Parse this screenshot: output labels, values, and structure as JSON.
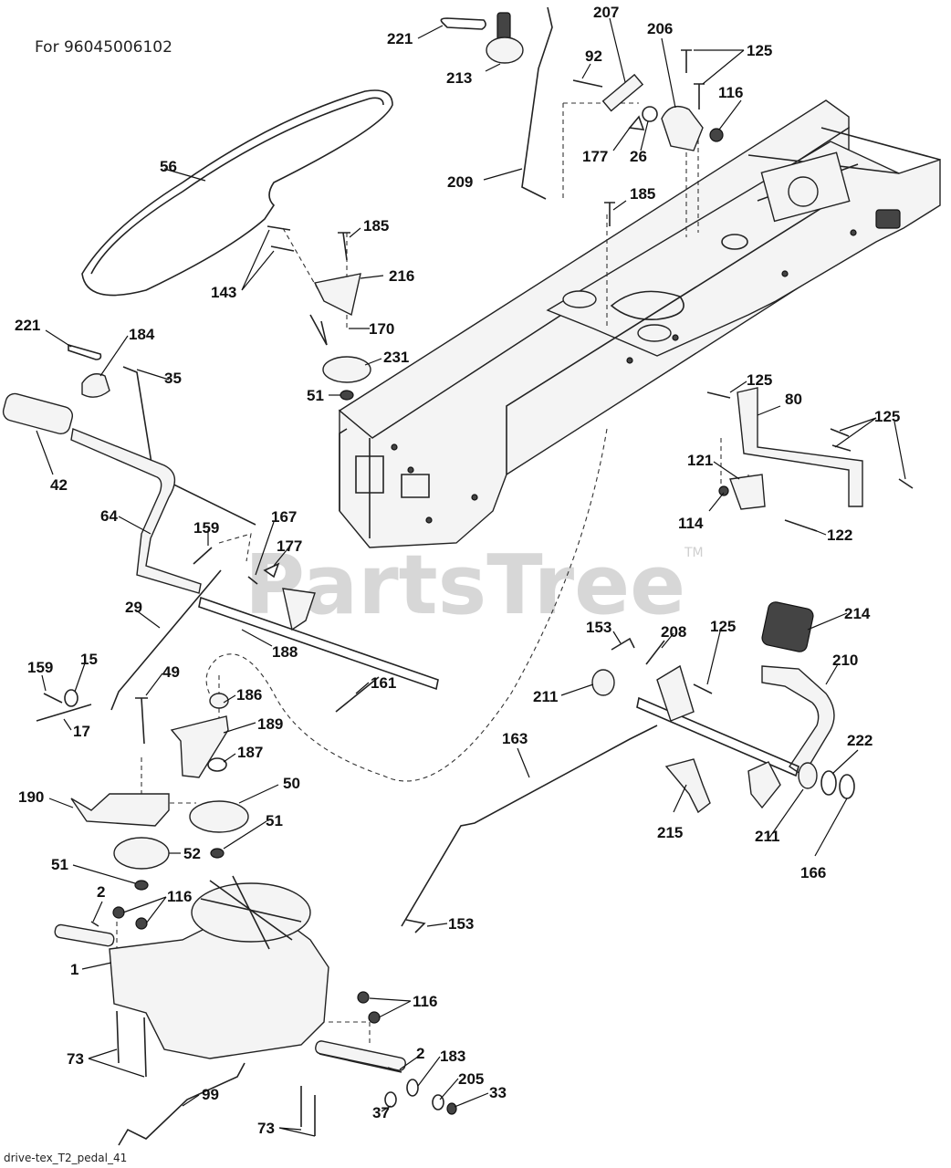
{
  "header": {
    "model_label": "For 96045006102"
  },
  "footer": {
    "diagram_id": "drive-tex_T2_pedal_41"
  },
  "watermark": {
    "text": "PartsTree",
    "trademark": "TM"
  },
  "callouts": [
    {
      "id": "c221a",
      "label": "221"
    },
    {
      "id": "c213",
      "label": "213"
    },
    {
      "id": "c207",
      "label": "207"
    },
    {
      "id": "c206",
      "label": "206"
    },
    {
      "id": "c125a",
      "label": "125"
    },
    {
      "id": "c92",
      "label": "92"
    },
    {
      "id": "c116a",
      "label": "116"
    },
    {
      "id": "c177a",
      "label": "177"
    },
    {
      "id": "c26",
      "label": "26"
    },
    {
      "id": "c209",
      "label": "209"
    },
    {
      "id": "c185a",
      "label": "185"
    },
    {
      "id": "c56",
      "label": "56"
    },
    {
      "id": "c185b",
      "label": "185"
    },
    {
      "id": "c143",
      "label": "143"
    },
    {
      "id": "c216",
      "label": "216"
    },
    {
      "id": "c170",
      "label": "170"
    },
    {
      "id": "c231",
      "label": "231"
    },
    {
      "id": "c51a",
      "label": "51"
    },
    {
      "id": "c221b",
      "label": "221"
    },
    {
      "id": "c184",
      "label": "184"
    },
    {
      "id": "c35",
      "label": "35"
    },
    {
      "id": "c42",
      "label": "42"
    },
    {
      "id": "c125b",
      "label": "125"
    },
    {
      "id": "c80",
      "label": "80"
    },
    {
      "id": "c125c",
      "label": "125"
    },
    {
      "id": "c121",
      "label": "121"
    },
    {
      "id": "c114",
      "label": "114"
    },
    {
      "id": "c122",
      "label": "122"
    },
    {
      "id": "c64",
      "label": "64"
    },
    {
      "id": "c159a",
      "label": "159"
    },
    {
      "id": "c167",
      "label": "167"
    },
    {
      "id": "c177b",
      "label": "177"
    },
    {
      "id": "c29",
      "label": "29"
    },
    {
      "id": "c188",
      "label": "188"
    },
    {
      "id": "c159b",
      "label": "159"
    },
    {
      "id": "c15",
      "label": "15"
    },
    {
      "id": "c49",
      "label": "49"
    },
    {
      "id": "c186",
      "label": "186"
    },
    {
      "id": "c161",
      "label": "161"
    },
    {
      "id": "c17",
      "label": "17"
    },
    {
      "id": "c189",
      "label": "189"
    },
    {
      "id": "c187",
      "label": "187"
    },
    {
      "id": "c153a",
      "label": "153"
    },
    {
      "id": "c208",
      "label": "208"
    },
    {
      "id": "c125d",
      "label": "125"
    },
    {
      "id": "c214",
      "label": "214"
    },
    {
      "id": "c210",
      "label": "210"
    },
    {
      "id": "c211a",
      "label": "211"
    },
    {
      "id": "c163",
      "label": "163"
    },
    {
      "id": "c222",
      "label": "222"
    },
    {
      "id": "c50",
      "label": "50"
    },
    {
      "id": "c190",
      "label": "190"
    },
    {
      "id": "c51b",
      "label": "51"
    },
    {
      "id": "c52",
      "label": "52"
    },
    {
      "id": "c51c",
      "label": "51"
    },
    {
      "id": "c215",
      "label": "215"
    },
    {
      "id": "c211b",
      "label": "211"
    },
    {
      "id": "c166",
      "label": "166"
    },
    {
      "id": "c2a",
      "label": "2"
    },
    {
      "id": "c116b",
      "label": "116"
    },
    {
      "id": "c153b",
      "label": "153"
    },
    {
      "id": "c1",
      "label": "1"
    },
    {
      "id": "c116c",
      "label": "116"
    },
    {
      "id": "c2b",
      "label": "2"
    },
    {
      "id": "c183",
      "label": "183"
    },
    {
      "id": "c73a",
      "label": "73"
    },
    {
      "id": "c205",
      "label": "205"
    },
    {
      "id": "c33",
      "label": "33"
    },
    {
      "id": "c99",
      "label": "99"
    },
    {
      "id": "c37",
      "label": "37"
    },
    {
      "id": "c73b",
      "label": "73"
    }
  ]
}
